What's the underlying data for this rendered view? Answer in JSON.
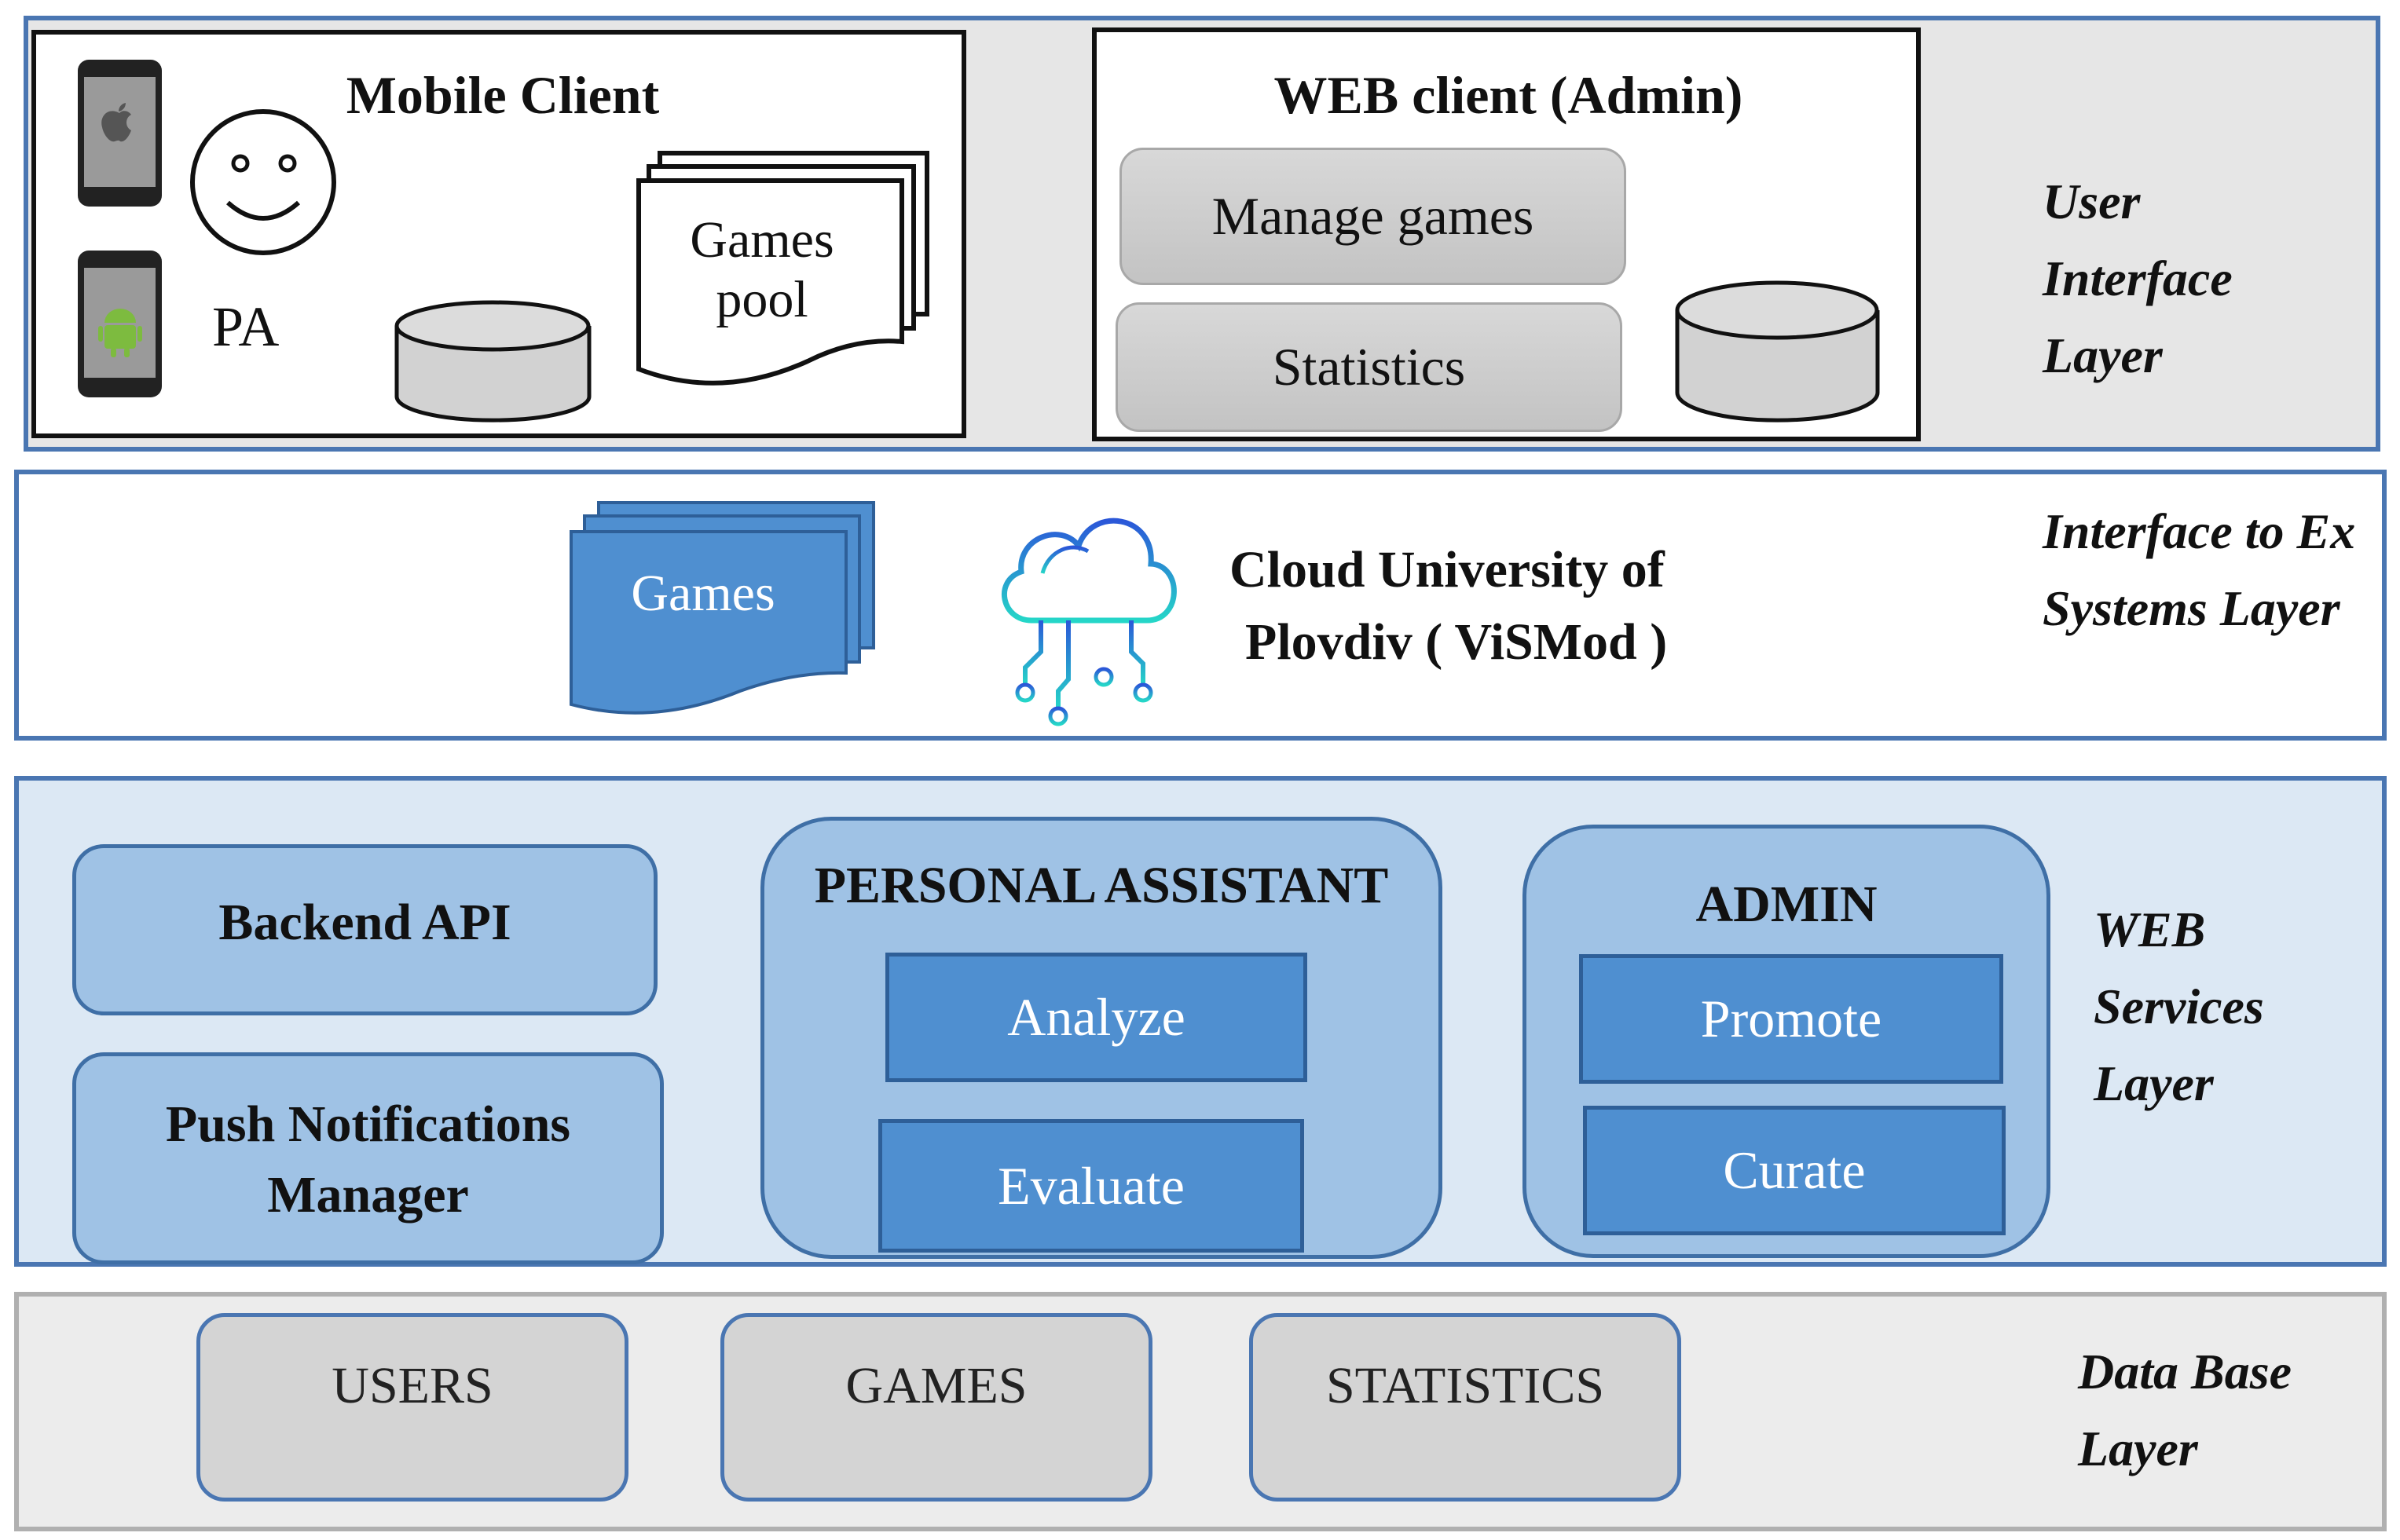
{
  "layers": {
    "ui": "User Interface Layer",
    "ex": "Interface to Ex Systems Layer",
    "web": "WEB Services Layer",
    "db": "Data Base Layer"
  },
  "mobile": {
    "title": "Mobile Client",
    "pa": "PA",
    "pool": "Games pool"
  },
  "webclient": {
    "title": "WEB client (Admin)",
    "manage": "Manage games",
    "stats": "Statistics"
  },
  "ex": {
    "games": "Games",
    "cloud_line1": "Cloud University of",
    "cloud_line2": "Plovdiv ( ViSMod )"
  },
  "services": {
    "backend": "Backend API",
    "push_line1": "Push Notifications",
    "push_line2": "Manager",
    "pa_title": "PERSONAL ASSISTANT",
    "analyze": "Analyze",
    "evaluate": "Evaluate",
    "admin_title": "ADMIN",
    "promote": "Promote",
    "curate": "Curate"
  },
  "db": {
    "users": "USERS",
    "games": "GAMES",
    "statistics": "STATISTICS"
  },
  "colors": {
    "layer_border": "#4a76b2",
    "service_fill": "#9fc2e5",
    "button_fill": "#4f8fd0",
    "cloud_gradient": [
      "#2b57d8",
      "#25d6c8"
    ]
  }
}
